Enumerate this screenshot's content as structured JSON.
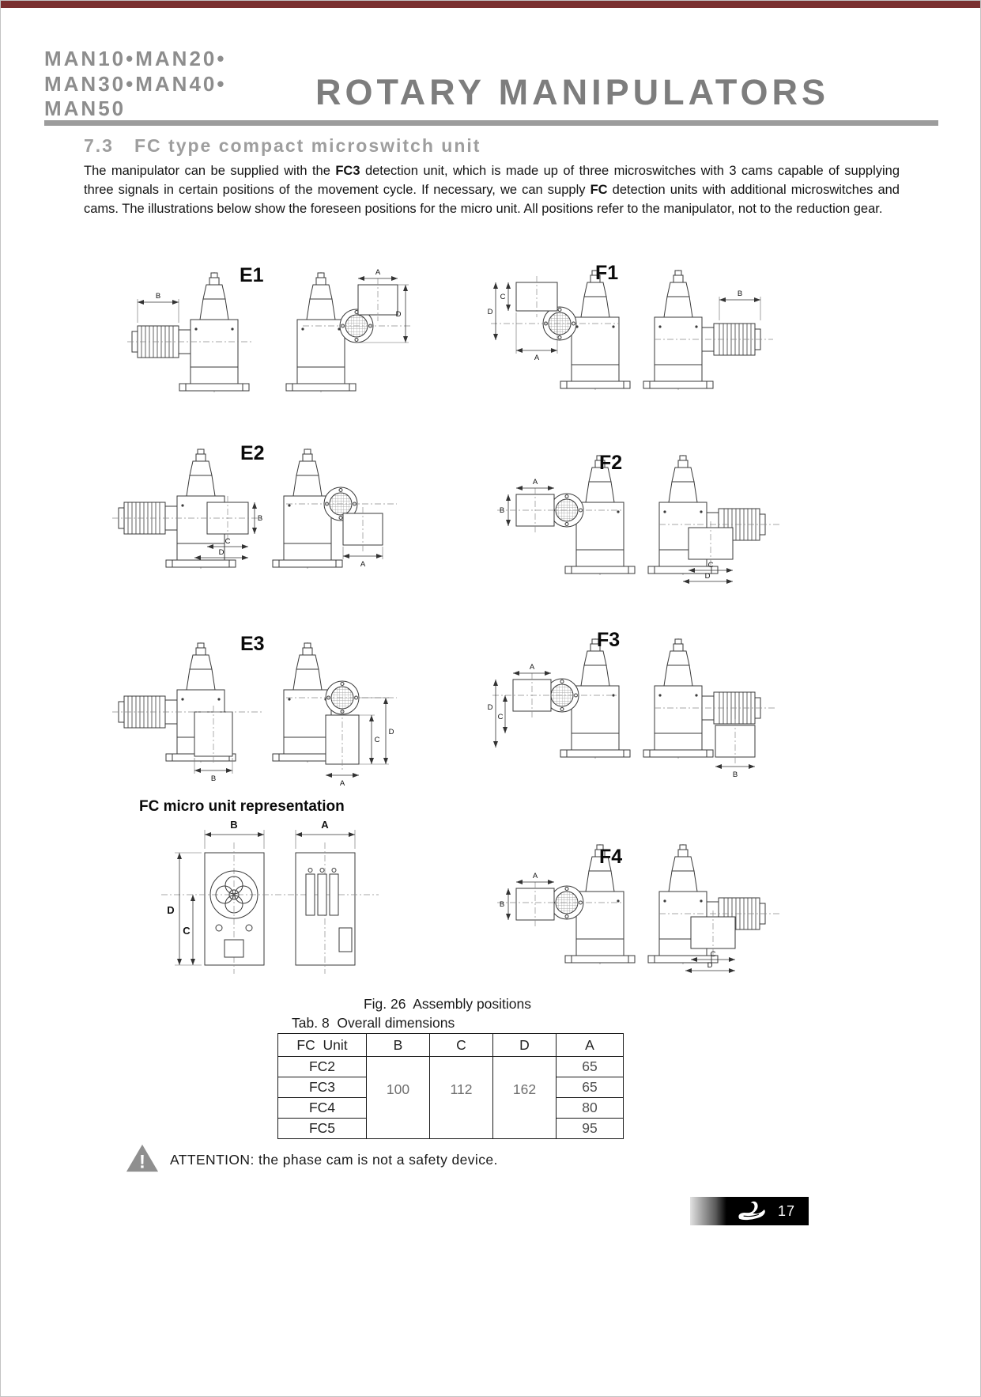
{
  "header": {
    "models": [
      "MAN10•MAN20•",
      "MAN30•MAN40•",
      "MAN50"
    ],
    "title": "ROTARY MANIPULATORS"
  },
  "section": {
    "number": "7.3",
    "title": "FC type compact microswitch unit"
  },
  "intro": {
    "part1": "The manipulator can be supplied with the ",
    "bold1": "FC3",
    "part2": " detection unit, which is made up of three microswitches with 3 cams capable of supplying three signals in certain positions of the movement cycle. If necessary, we can supply ",
    "bold2": "FC",
    "part3": " detection units with additional microswitches and cams. The illustrations below show the foreseen positions for the micro unit. All positions refer to the manipulator, not to the reduction gear."
  },
  "figures": {
    "e1": "E1",
    "e2": "E2",
    "e3": "E3",
    "f1": "F1",
    "f2": "F2",
    "f3": "F3",
    "f4": "F4",
    "micro_heading": "FC micro unit representation"
  },
  "dims": {
    "a": "A",
    "b": "B",
    "c": "C",
    "d": "D"
  },
  "captions": {
    "figure": "Fig. 26  Assembly positions",
    "table": "Tab. 8  Overall dimensions"
  },
  "table": {
    "headers": {
      "unit": "FC  Unit",
      "b": "B",
      "c": "C",
      "d": "D",
      "a": "A"
    },
    "merged": {
      "b": "100",
      "c": "112",
      "d": "162"
    },
    "rows": [
      {
        "unit": "FC2",
        "a": "65"
      },
      {
        "unit": "FC3",
        "a": "65"
      },
      {
        "unit": "FC4",
        "a": "80"
      },
      {
        "unit": "FC5",
        "a": "95"
      }
    ]
  },
  "attention": {
    "icon": "!",
    "label": "ATTENTION:",
    "text": " the phase cam is not a safety device."
  },
  "footer": {
    "page_number": "17"
  }
}
